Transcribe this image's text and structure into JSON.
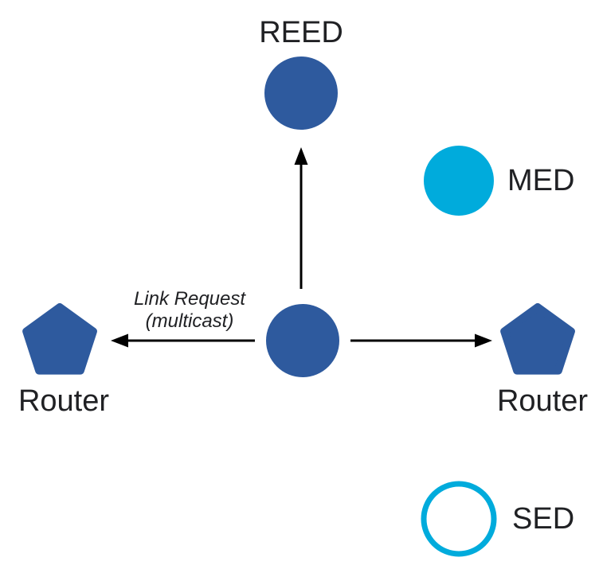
{
  "diagram": {
    "description": "Thread network topology: central end device multicasts a Link Request toward two Routers and a REED; MED and SED device legend nodes shown"
  },
  "colors": {
    "router_blue": "#2E5A9E",
    "device_cyan": "#00ABDC",
    "arrow_black": "#000000",
    "label_color": "#202124",
    "background": "#FFFFFF"
  },
  "nodes": {
    "reed": {
      "label": "REED"
    },
    "med": {
      "label": "MED"
    },
    "router_left": {
      "label": "Router"
    },
    "router_right": {
      "label": "Router"
    },
    "sed": {
      "label": "SED"
    }
  },
  "annotation": {
    "line1": "Link Request",
    "line2": "(multicast)"
  }
}
